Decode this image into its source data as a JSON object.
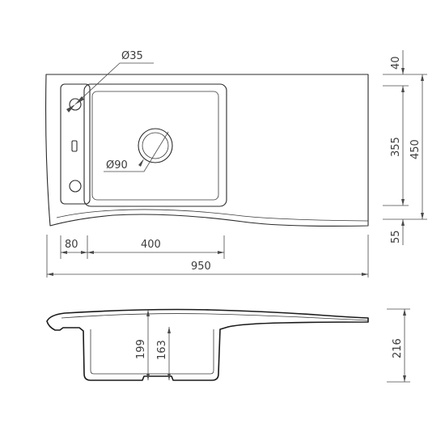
{
  "top_view": {
    "tap_hole_label": "Ø35",
    "drain_label": "Ø90",
    "dim_left_margin": "80",
    "dim_bowl_width": "400",
    "dim_total_width": "950",
    "dim_top_margin": "40",
    "dim_bowl_depth": "355",
    "dim_total_depth": "450",
    "dim_front_margin": "55"
  },
  "side_view": {
    "dim_bowl_depth_outer": "199",
    "dim_bowl_depth_inner": "163",
    "dim_total_height": "216"
  }
}
